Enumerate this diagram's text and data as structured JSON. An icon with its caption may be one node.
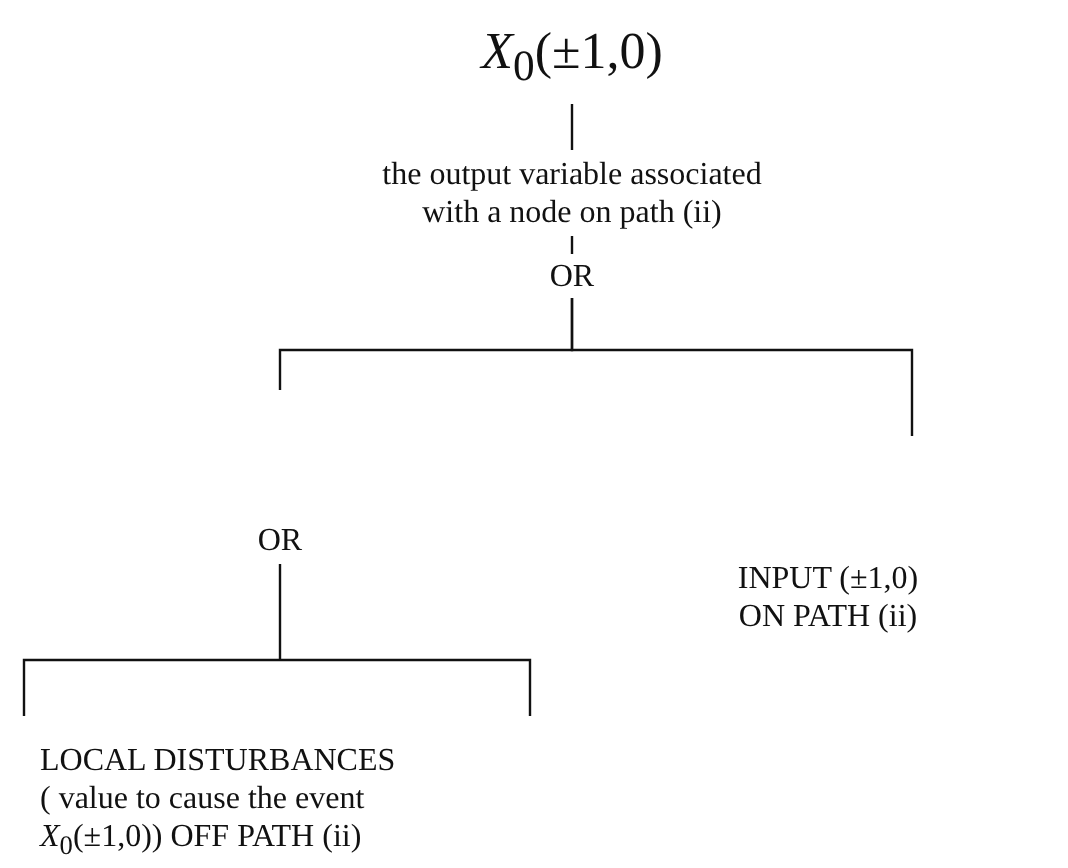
{
  "diagram": {
    "nodes": [
      {
        "text": [
          "*X*$_{0}$(±1,0)"
        ]
      },
      {
        "text": [
          "the output variable associated with a node on path (ii)"
        ]
      },
      {
        "text": [
          "OR"
        ]
      },
      {
        "text": [
          "OR"
        ]
      },
      {
        "text": [
          "INPUT (±1,0) ON PATH (ii)"
        ]
      },
      {
        "text": [
          "LOCAL DISTURBANCES ( value to cause the event *X*$_{0}$(±1,0)) OFF PATH (ii)"
        ]
      }
    ],
    "edges": [
      {
        "from": 0,
        "to": 1,
        "arrow": "none"
      },
      {
        "from": 1,
        "to": 2,
        "arrow": "none"
      },
      {
        "from": 2,
        "to": 3,
        "arrow": "none"
      },
      {
        "from": 2,
        "to": 4,
        "arrow": "none"
      },
      {
        "from": 3,
        "to": 5,
        "arrow": "none"
      }
    ]
  }
}
